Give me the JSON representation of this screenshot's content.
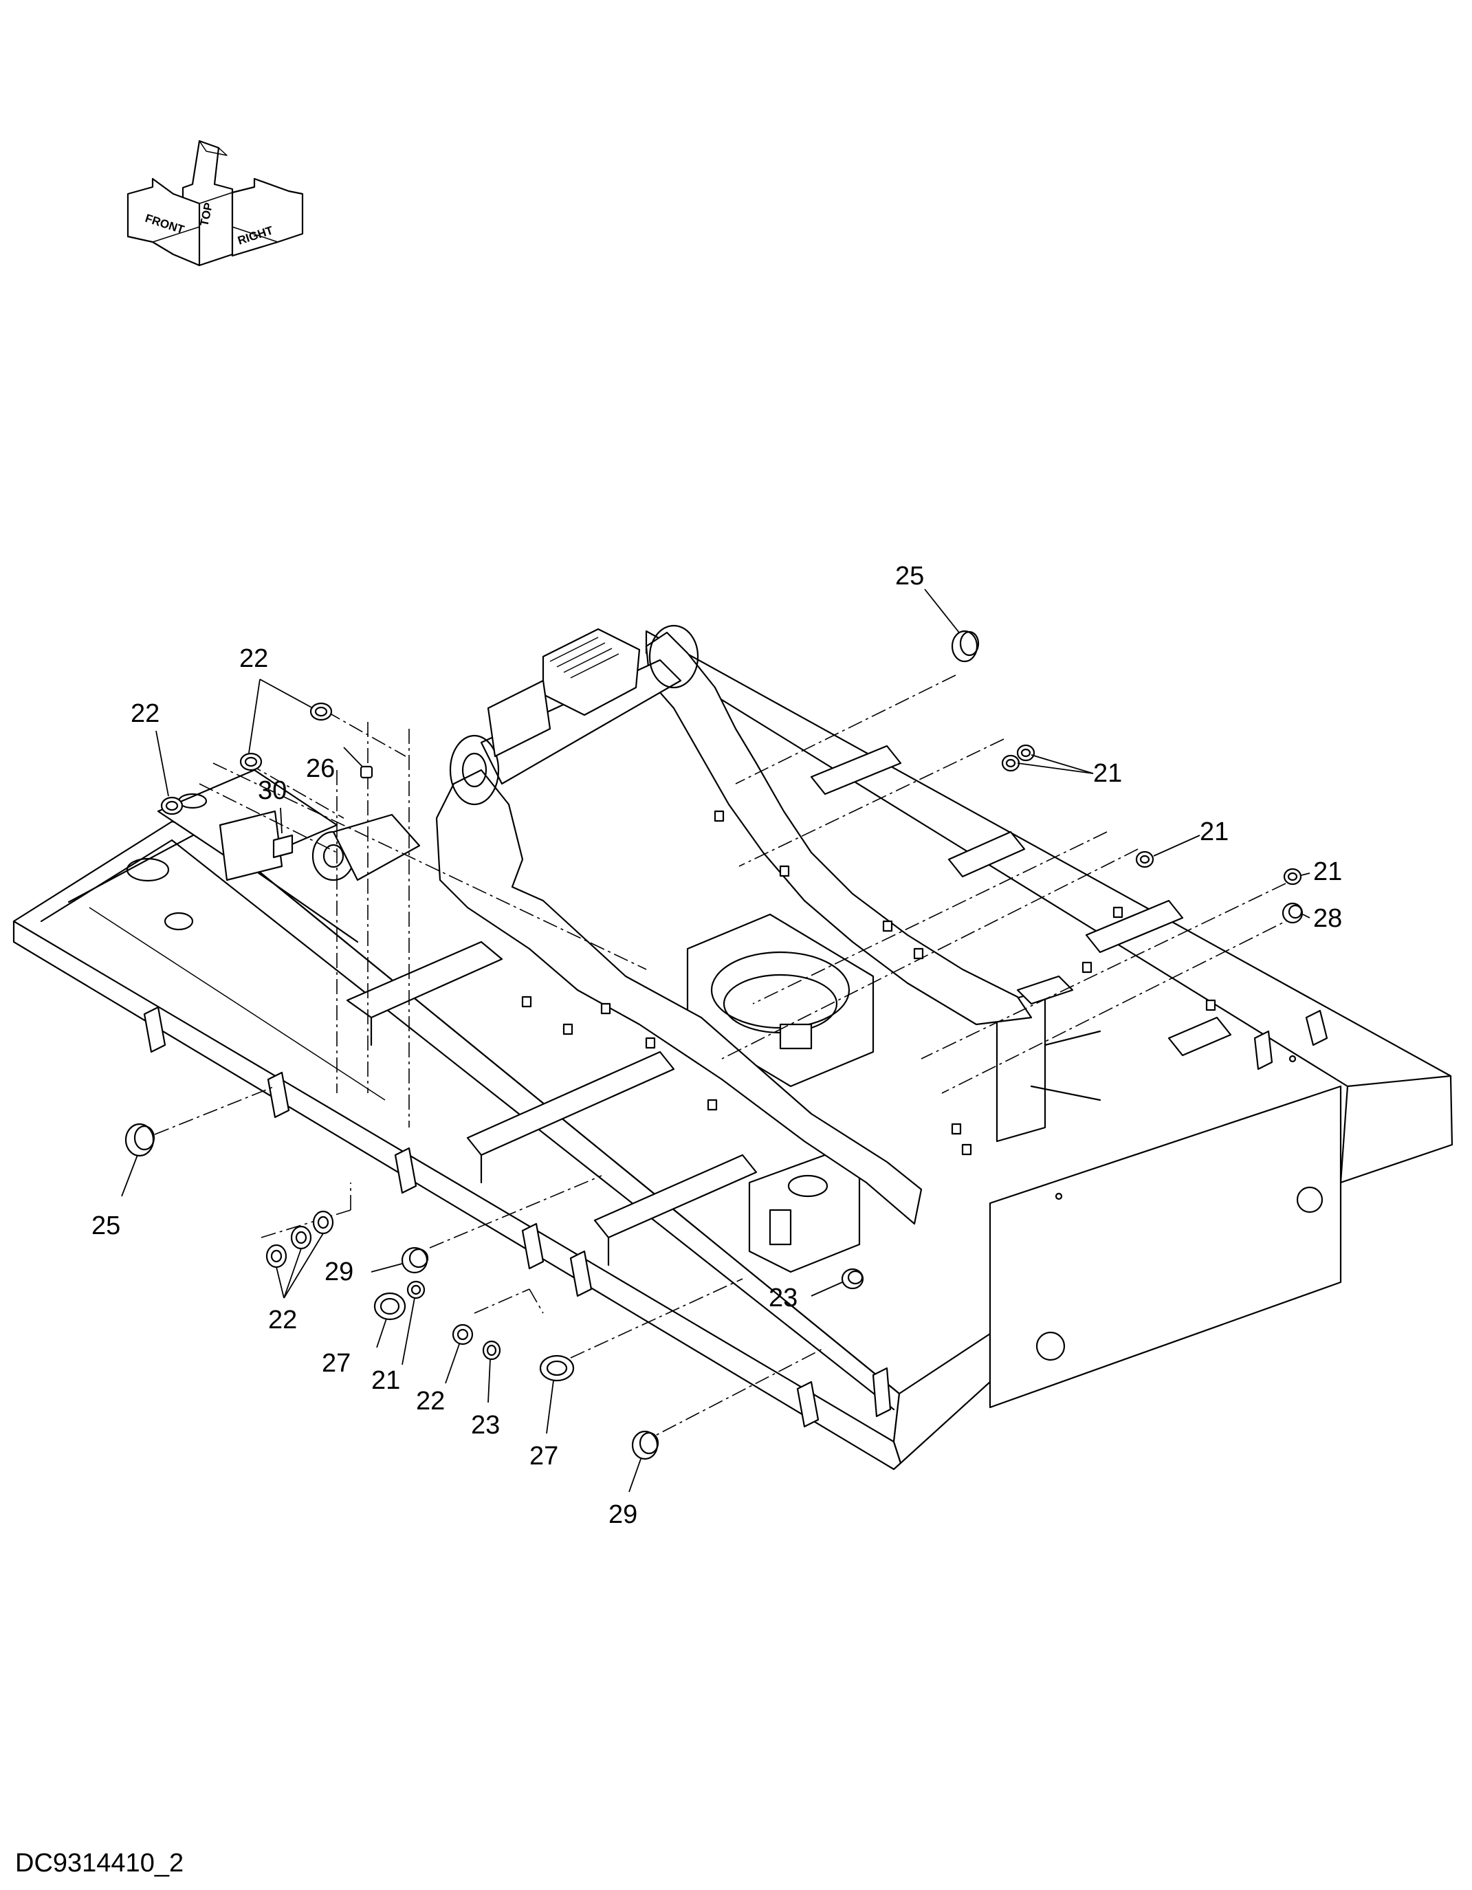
{
  "drawing_code": "DC9314410_2",
  "orientation": {
    "front": "FRONT",
    "top": "TOP",
    "right": "RIGHT"
  },
  "callouts": [
    {
      "id": "c1",
      "label": "25"
    },
    {
      "id": "c2",
      "label": "22"
    },
    {
      "id": "c3",
      "label": "22"
    },
    {
      "id": "c4",
      "label": "26"
    },
    {
      "id": "c5",
      "label": "30"
    },
    {
      "id": "c6",
      "label": "21"
    },
    {
      "id": "c7",
      "label": "21"
    },
    {
      "id": "c8",
      "label": "21"
    },
    {
      "id": "c9",
      "label": "28"
    },
    {
      "id": "c10",
      "label": "25"
    },
    {
      "id": "c11",
      "label": "22"
    },
    {
      "id": "c12",
      "label": "29"
    },
    {
      "id": "c13",
      "label": "27"
    },
    {
      "id": "c14",
      "label": "21"
    },
    {
      "id": "c15",
      "label": "22"
    },
    {
      "id": "c16",
      "label": "23"
    },
    {
      "id": "c17",
      "label": "23"
    },
    {
      "id": "c18",
      "label": "27"
    },
    {
      "id": "c19",
      "label": "29"
    }
  ]
}
